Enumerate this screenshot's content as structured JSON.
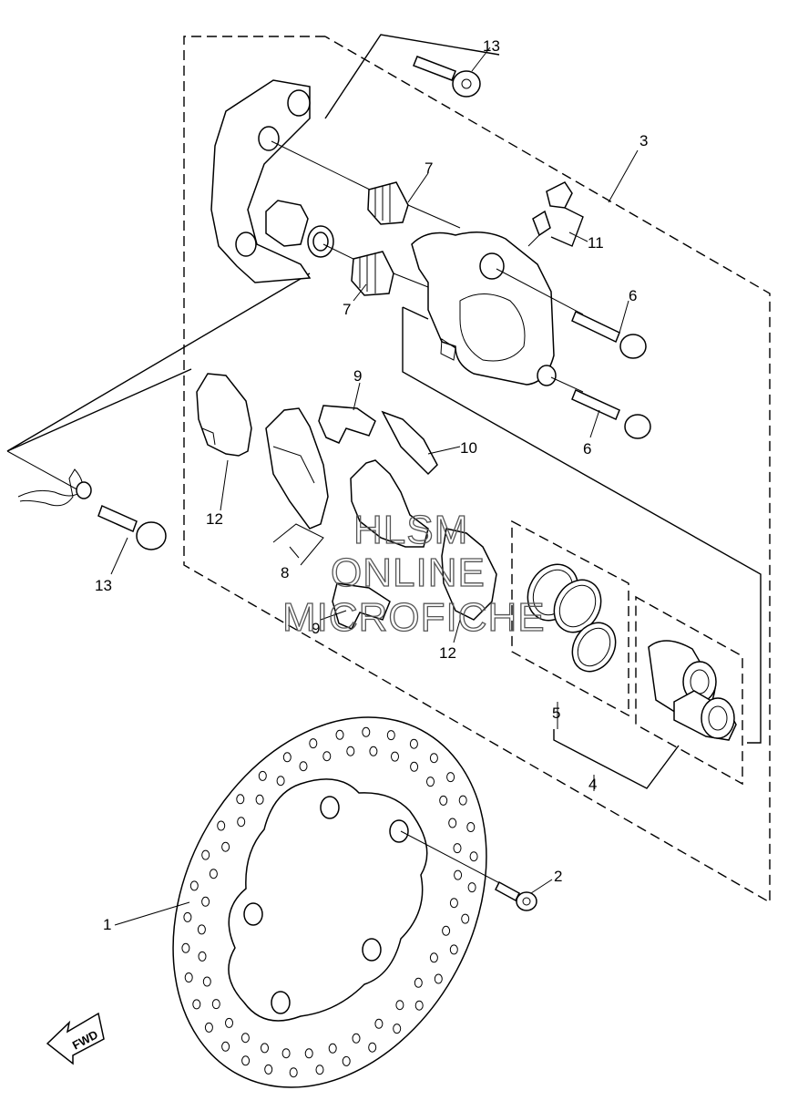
{
  "callouts": {
    "c1": "1",
    "c2": "2",
    "c3": "3",
    "c4": "4",
    "c5": "5",
    "c6a": "6",
    "c6b": "6",
    "c7a": "7",
    "c7b": "7",
    "c8": "8",
    "c9a": "9",
    "c9b": "9",
    "c10": "10",
    "c11": "11",
    "c12a": "12",
    "c12b": "12",
    "c13a": "13",
    "c13b": "13"
  },
  "watermark": {
    "line1": "HLSM",
    "line2": "ONLINE",
    "line3": "MICROFICHE"
  },
  "direction_arrow": {
    "label": "FWD"
  }
}
